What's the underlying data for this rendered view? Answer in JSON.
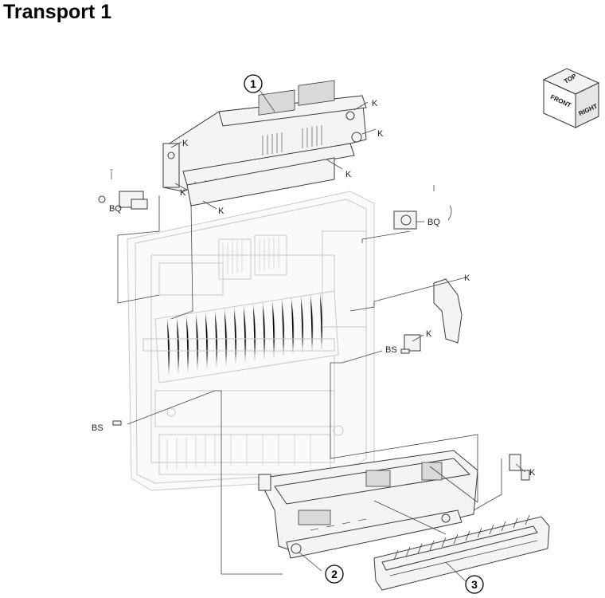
{
  "page": {
    "title": "Transport 1"
  },
  "orientation_cube": {
    "top": "TOP",
    "front": "FRONT",
    "right": "RIGHT"
  },
  "callouts": {
    "c1": "1",
    "c2": "2",
    "c3": "3"
  },
  "labels": {
    "k1": "K",
    "k2": "K",
    "k3": "K",
    "k4": "K",
    "k5": "K",
    "k6": "K",
    "k7": "K",
    "k8": "K",
    "k9": "K",
    "bq1": "BQ",
    "bq2": "BQ",
    "bs1": "BS",
    "bs2": "BS"
  }
}
